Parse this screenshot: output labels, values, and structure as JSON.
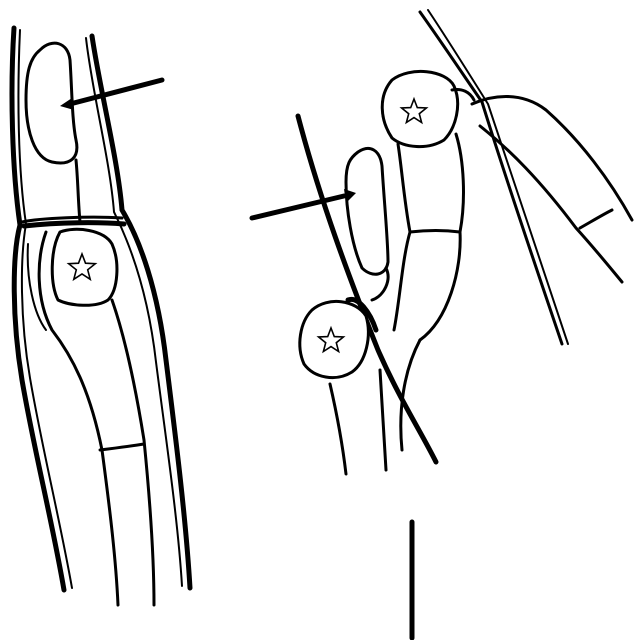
{
  "figure": {
    "panels": [
      {
        "id": "left",
        "markers": [
          {
            "name": "arrow",
            "symbol": "arrow"
          },
          {
            "name": "star",
            "symbol": "star"
          }
        ]
      },
      {
        "id": "right",
        "markers": [
          {
            "name": "arrow",
            "symbol": "arrow"
          },
          {
            "name": "star-upper",
            "symbol": "star"
          },
          {
            "name": "star-lower",
            "symbol": "star"
          }
        ]
      }
    ],
    "scale_bar": {
      "label": ""
    }
  },
  "colors": {
    "ink": "#000000",
    "paper": "#ffffff"
  }
}
